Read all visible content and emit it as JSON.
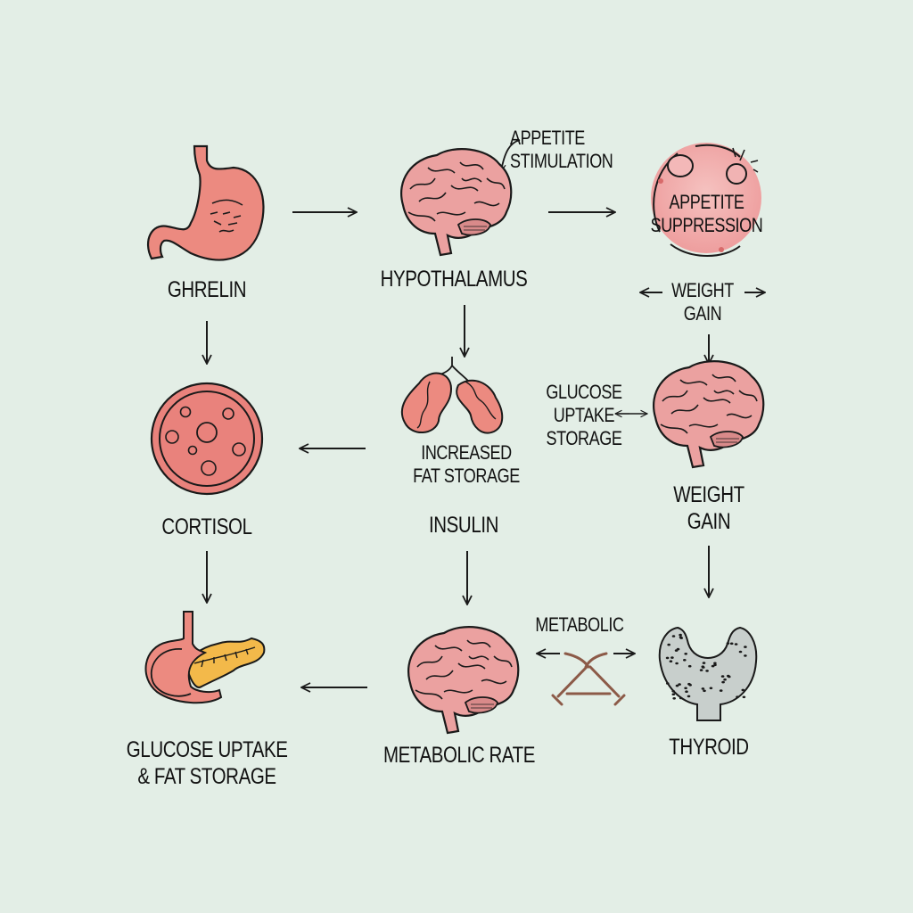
{
  "diagram": {
    "nodes": [
      {
        "id": "ghrelin",
        "label": "GHRELIN",
        "icon": "stomach-icon"
      },
      {
        "id": "hypothalamus",
        "label": "HYPOTHALAMUS",
        "icon": "brain-icon"
      },
      {
        "id": "appetite-suppression",
        "label": "APPETITE\nSUPPRESSION",
        "icon": "fat-cell-icon"
      },
      {
        "id": "cortisol",
        "label": "CORTISOL",
        "icon": "cell-icon"
      },
      {
        "id": "insulin",
        "label": "INSULIN",
        "icon": "kidneys-icon"
      },
      {
        "id": "weight-gain-2",
        "label": "WEIGHT\nGAIN",
        "icon": "brain-icon"
      },
      {
        "id": "pancreas",
        "label": "GLUCOSE UPTAKE\n& FAT STORAGE",
        "icon": "pancreas-icon"
      },
      {
        "id": "metabolic-rate",
        "label": "METABOLIC RATE",
        "icon": "brain-icon"
      },
      {
        "id": "thyroid",
        "label": "THYROID",
        "icon": "thyroid-icon"
      }
    ],
    "annotations": {
      "appetite_stimulation": "APPETITE\nSTIMULATION",
      "weight_gain_1": "WEIGHT\nGAIN",
      "increased_fat_storage": "INCREASED\nFAT STORAGE",
      "glucose_uptake_storage": "GLUCOSE\nUPTAKE\nSTORAGE",
      "metabolic": "METABOLIC"
    },
    "colors": {
      "background": "#e3eee6",
      "organ_pink": "#ec8a80",
      "brain_pink": "#eba1a0",
      "pancreas_yellow": "#f3b94a",
      "thyroid_gray": "#c8cfcc",
      "outline": "#1a1a1a",
      "brown_accent": "#8c5a48"
    }
  }
}
